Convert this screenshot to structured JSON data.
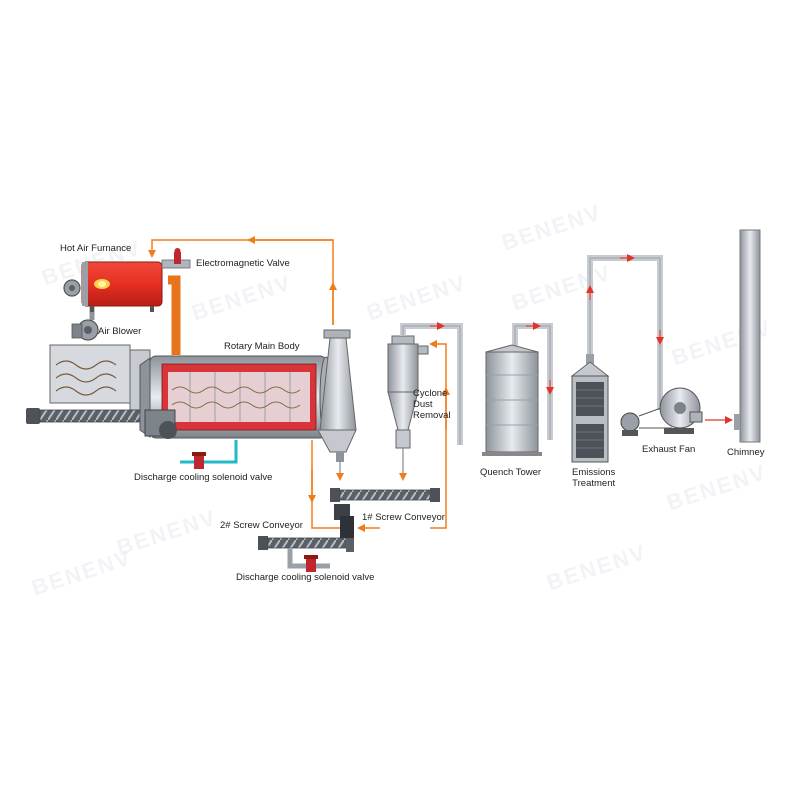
{
  "watermark": "BENENV",
  "colors": {
    "flow_arrow": "#f07d1a",
    "exhaust_arrow": "#e0342a",
    "furnace": "#e62f23",
    "duct": "#e8741c",
    "cooling_pipe": "#23b9c9",
    "steel": "#bfc4cc",
    "dark_steel": "#555a62"
  },
  "labels": {
    "hot_air_furnace": "Hot Air Furnance",
    "electromagnetic_valve": "Electromagnetic Valve",
    "air_blower": "Air Blower",
    "rotary_main_body": "Rotary Main Body",
    "cyclone_dust_removal": [
      "Cyclone",
      "Dust",
      "Removal"
    ],
    "quench_tower": "Quench Tower",
    "emissions_treatment": [
      "Emissions",
      "Treatment"
    ],
    "exhaust_fan": "Exhaust Fan",
    "chimney": "Chimney",
    "discharge_valve_top": "Discharge cooling solenoid valve",
    "screw_conveyor_1": "1# Screw Conveyor",
    "screw_conveyor_2": "2# Screw Conveyor",
    "discharge_valve_bottom": "Discharge cooling solenoid valve"
  }
}
